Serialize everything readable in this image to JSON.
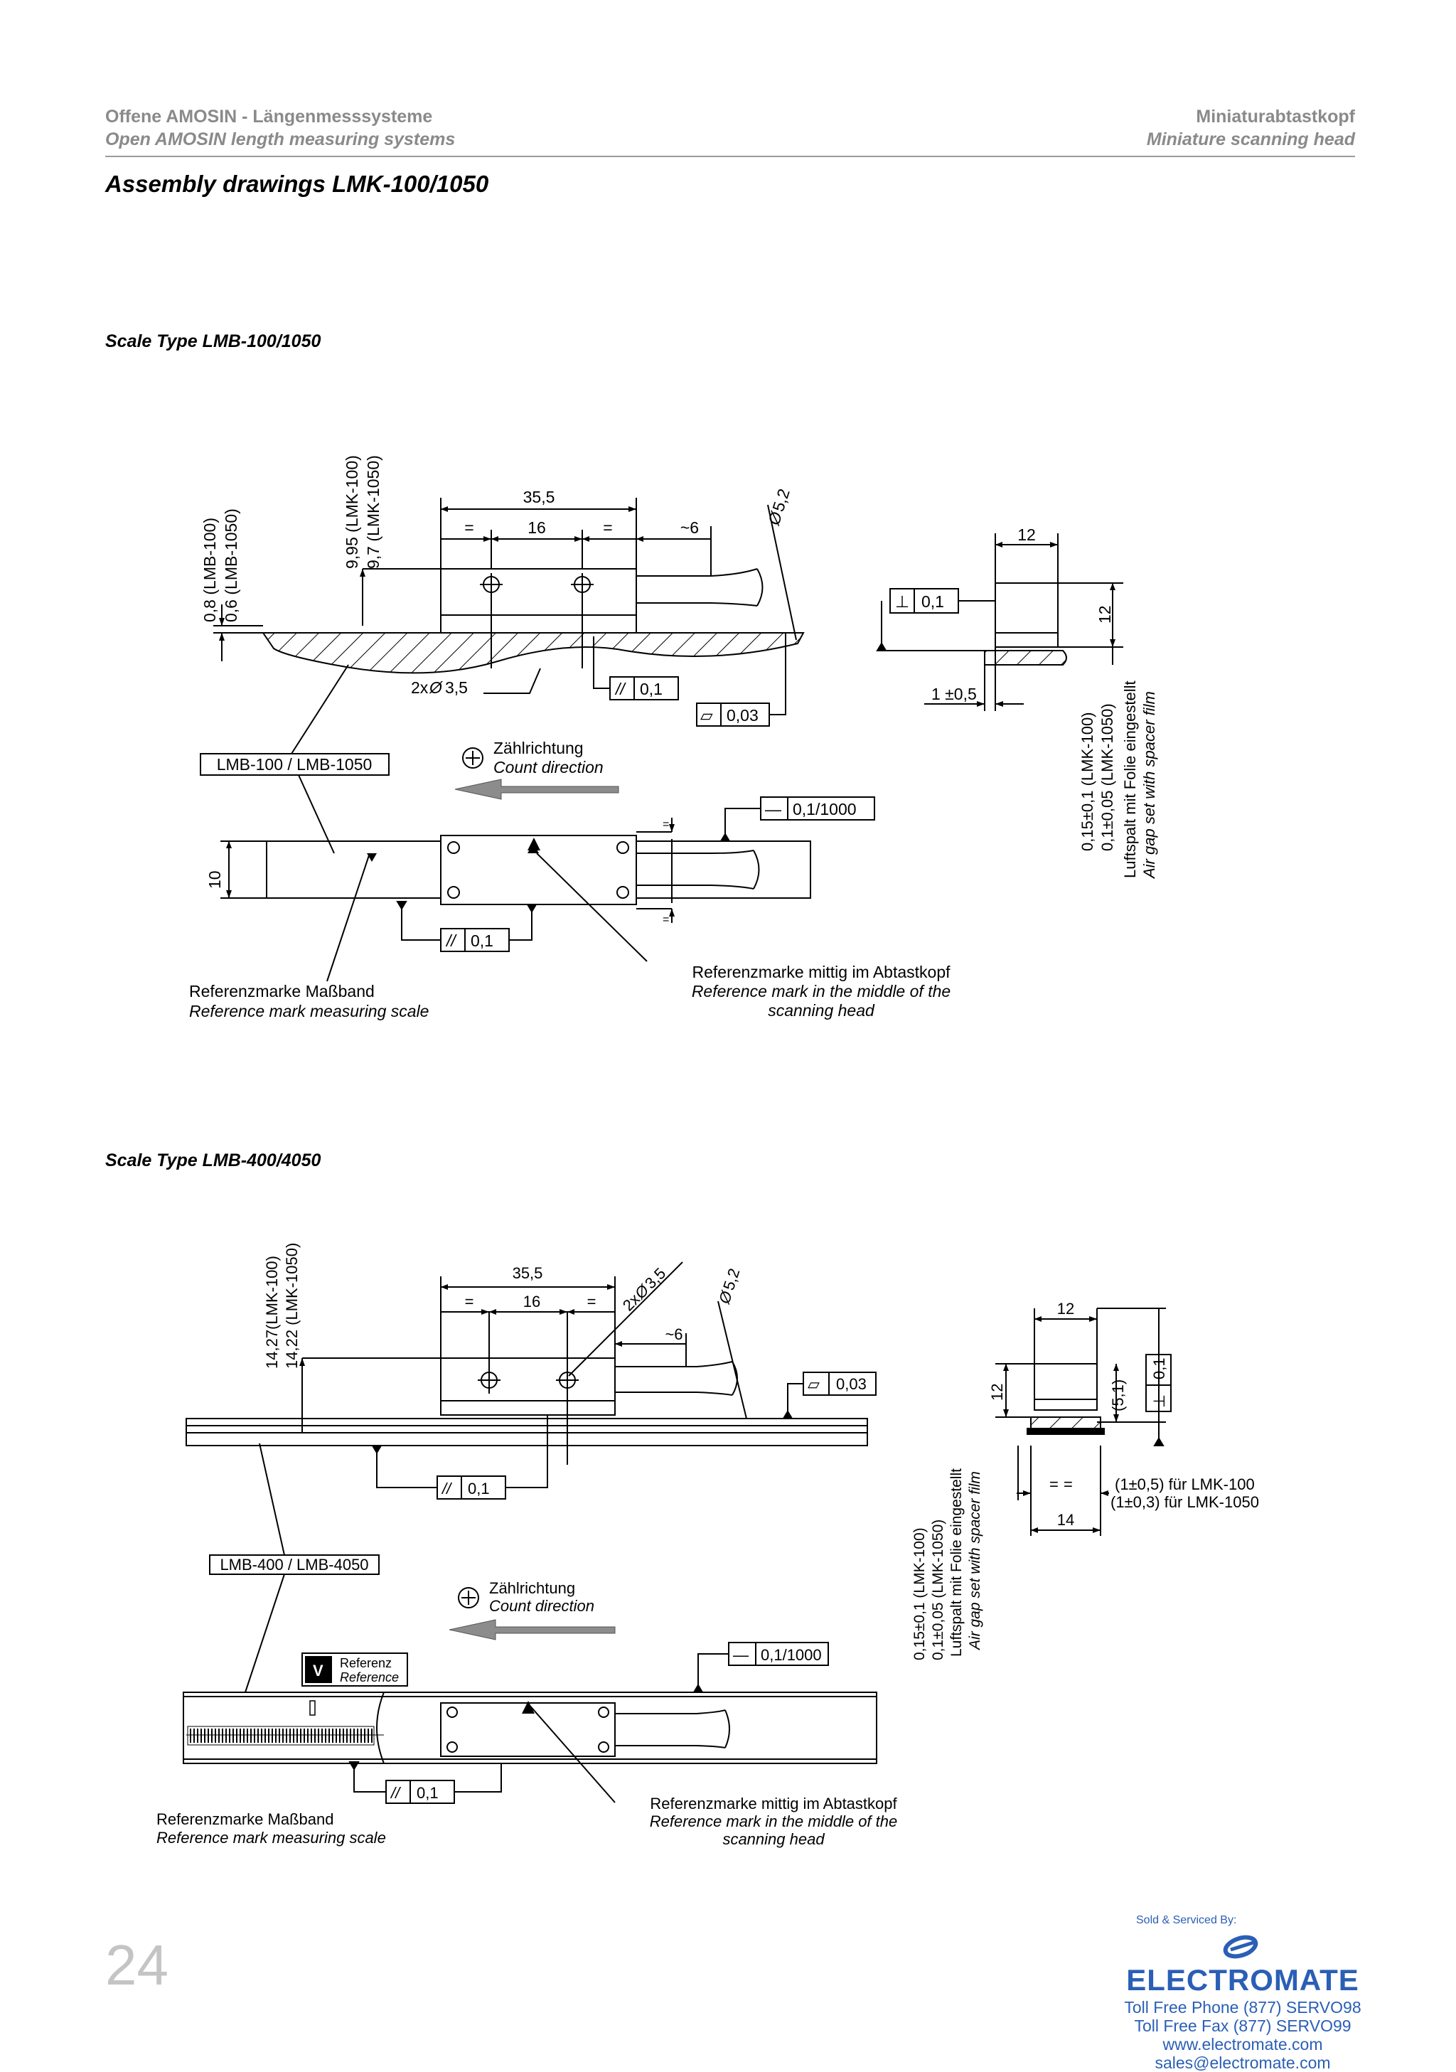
{
  "header": {
    "left_de": "Offene AMOSIN - Längenmesssysteme",
    "left_en": "Open AMOSIN length measuring systems",
    "right_de": "Miniaturabtastkopf",
    "right_en": "Miniature scanning head"
  },
  "title": "Assembly drawings LMK-100/1050",
  "section1": {
    "heading": "Scale Type LMB-100/1050",
    "dims": {
      "d355": "35,5",
      "d16": "16",
      "eq": "=",
      "d6": "~6",
      "d52": "5,2",
      "h995": "9,95 (LMK-100)",
      "h97": "9,7 (LMK-1050)",
      "h08": "0,8 (LMB-100)",
      "h06": "0,6 (LMB-1050)",
      "holes": "2x",
      "hole_d": "3,5",
      "par01": "0,1",
      "flat003": "0,03",
      "d10": "10",
      "side12w": "12",
      "side12h": "12",
      "perp01": "0,1",
      "d1": "1 ±0,5",
      "lin01": "0,1/1000",
      "par01b": "0,1"
    },
    "scale_label": "LMB-100 / LMB-1050",
    "count_de": "Zählrichtung",
    "count_en": "Count direction",
    "airgap1": "0,15±0,1 (LMK-100)",
    "airgap2": "0,1±0,05 (LMK-1050)",
    "airgap_de": "Luftspalt mit Folie eingestellt",
    "airgap_en": "Air gap set with spacer film",
    "refscale_de": "Referenzmarke Maßband",
    "refscale_en": "Reference mark measuring scale",
    "refhead_de": "Referenzmarke mittig im Abtastkopf",
    "refhead_en1": "Reference mark in the middle of the",
    "refhead_en2": "scanning head"
  },
  "section2": {
    "heading": "Scale Type LMB-400/4050",
    "dims": {
      "d355": "35,5",
      "d16": "16",
      "eq": "=",
      "d6": "~6",
      "d52": "5,2",
      "holes": "2x",
      "hole_d": "3,5",
      "h1427": "14,27(LMK-100)",
      "h1422": "14,22 (LMK-1050)",
      "flat003": "0,03",
      "par01": "0,1",
      "side12w": "12",
      "side12h": "12",
      "perp01": "0,1",
      "d51": "(5,1)",
      "d14": "14",
      "g1": "(1±0,5) für LMK-100",
      "g2": "(1±0,3) für LMK-1050",
      "lin01": "0,1/1000",
      "par01b": "0,1"
    },
    "scale_label": "LMB-400 / LMB-4050",
    "count_de": "Zählrichtung",
    "count_en": "Count direction",
    "ref_de": "Referenz",
    "ref_en": "Reference",
    "airgap1": "0,15±0,1 (LMK-100)",
    "airgap2": "0,1±0,05  (LMK-1050)",
    "airgap_de": "Luftspalt mit Folie eingestellt",
    "airgap_en": "Air gap set with spacer film",
    "refscale_de": "Referenzmarke Maßband",
    "refscale_en": "Reference mark measuring scale",
    "refhead_de": "Referenzmarke mittig im Abtastkopf",
    "refhead_en1": "Reference mark in the middle of the",
    "refhead_en2": "scanning head"
  },
  "page_number": "24",
  "footer": {
    "sold": "Sold & Serviced By:",
    "brand": "ELECTROMATE",
    "phone": "Toll Free Phone  (877) SERVO98",
    "fax": "Toll Free Fax  (877) SERVO99",
    "web": "www.electromate.com",
    "email": "sales@electromate.com"
  },
  "colors": {
    "header_gray": "#8a8a8a",
    "brand_blue": "#2a5fb5",
    "arrow_gray": "#8c8c8c"
  }
}
